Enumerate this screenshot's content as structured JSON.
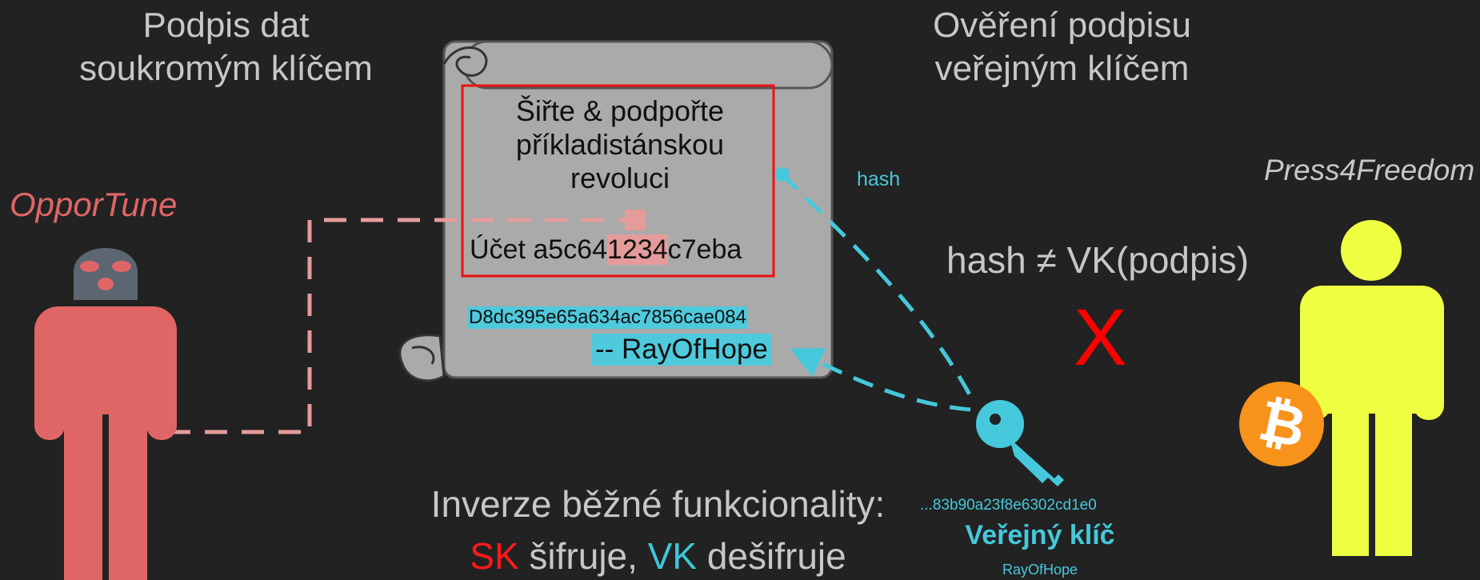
{
  "headings": {
    "left": [
      "Podpis dat",
      "soukromým klíčem"
    ],
    "right": [
      "Ověření podpisu",
      "veřejným klíčem"
    ]
  },
  "persons": {
    "attacker": "OpporTune",
    "receiver": "Press4Freedom"
  },
  "document": {
    "body": [
      "Šiřte & podpořte",
      "příkladistánskou",
      "revoluci"
    ],
    "account_prefix": "Účet a5c64",
    "account_highlight": "1234",
    "account_suffix": "c7eba",
    "signature": "D8dc395e65a634ac7856cae084",
    "signer": "-- RayOfHope"
  },
  "verification": {
    "hash_label": "hash",
    "inequality": "hash ≠ VK(podpis)",
    "fail_mark": "X"
  },
  "note": {
    "line1": "Inverze běžné funkcionality:",
    "sk": "SK",
    "sk_text": " šifruje, ",
    "vk": "VK",
    "vk_text": " dešifruje"
  },
  "key": {
    "hash": "...83b90a23f8e6302cd1e0",
    "title": "Veřejný klíč",
    "owner": "RayOfHope"
  },
  "coin": {
    "symbol": "₿"
  },
  "colors": {
    "background": "#222222",
    "attacker": "#e06666",
    "receiver": "#eeff41",
    "highlight": "#4fc9dc",
    "error": "#ff0000",
    "bitcoin": "#f7931a"
  }
}
